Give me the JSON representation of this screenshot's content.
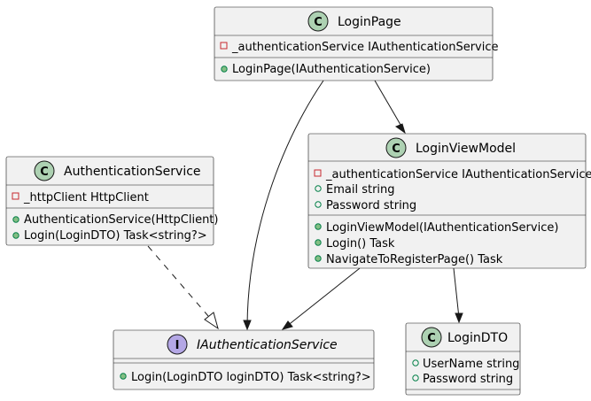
{
  "diagram": {
    "classes": {
      "login_page": {
        "kind": "C",
        "name": "LoginPage",
        "fields": [
          {
            "vis": "private",
            "text": "_authenticationService IAuthenticationService"
          }
        ],
        "methods": [
          {
            "vis": "public",
            "text": "LoginPage(IAuthenticationService)"
          }
        ]
      },
      "login_view_model": {
        "kind": "C",
        "name": "LoginViewModel",
        "fields": [
          {
            "vis": "private",
            "text": "_authenticationService IAuthenticationService"
          },
          {
            "vis": "public-field",
            "text": "Email string"
          },
          {
            "vis": "public-field",
            "text": "Password string"
          }
        ],
        "methods": [
          {
            "vis": "public",
            "text": "LoginViewModel(IAuthenticationService)"
          },
          {
            "vis": "public",
            "text": "Login() Task"
          },
          {
            "vis": "public",
            "text": "NavigateToRegisterPage() Task"
          }
        ]
      },
      "authentication_service": {
        "kind": "C",
        "name": "AuthenticationService",
        "fields": [
          {
            "vis": "private",
            "text": "_httpClient HttpClient"
          }
        ],
        "methods": [
          {
            "vis": "public",
            "text": "AuthenticationService(HttpClient)"
          },
          {
            "vis": "public",
            "text": "Login(LoginDTO) Task<string?>"
          }
        ]
      },
      "iauthentication_service": {
        "kind": "I",
        "name": "IAuthenticationService",
        "fields": [],
        "methods": [
          {
            "vis": "public",
            "text": "Login(LoginDTO loginDTO) Task<string?>"
          }
        ]
      },
      "login_dto": {
        "kind": "C",
        "name": "LoginDTO",
        "fields": [
          {
            "vis": "public-field",
            "text": "UserName string"
          },
          {
            "vis": "public-field",
            "text": "Password string"
          }
        ],
        "methods": []
      }
    },
    "relations": [
      {
        "from": "LoginPage",
        "to": "LoginViewModel",
        "type": "association"
      },
      {
        "from": "LoginPage",
        "to": "IAuthenticationService",
        "type": "association"
      },
      {
        "from": "LoginViewModel",
        "to": "IAuthenticationService",
        "type": "association"
      },
      {
        "from": "LoginViewModel",
        "to": "LoginDTO",
        "type": "association"
      },
      {
        "from": "AuthenticationService",
        "to": "IAuthenticationService",
        "type": "realization"
      }
    ]
  }
}
